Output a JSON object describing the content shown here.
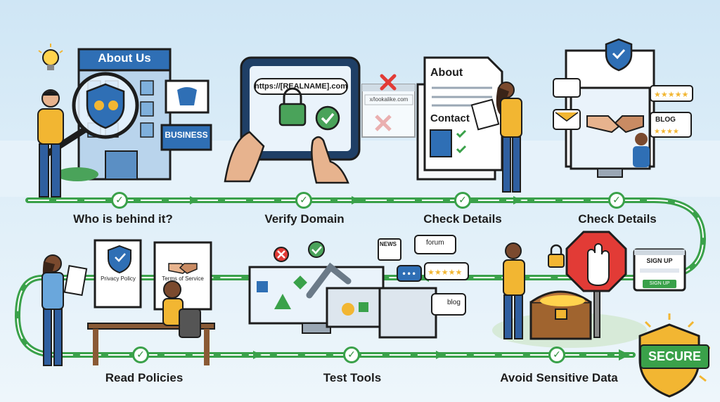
{
  "steps": [
    {
      "label": "Who is behind it?"
    },
    {
      "label": "Verify Domain"
    },
    {
      "label": "Check Details"
    },
    {
      "label": "Check Details"
    },
    {
      "label": "Read Policies"
    },
    {
      "label": "Test Tools"
    },
    {
      "label": "Avoid Sensitive Data"
    }
  ],
  "scene1": {
    "building_sign": "About Us",
    "business_sign": "BUSINESS"
  },
  "scene2": {
    "real_url": "https://[REALNAME].com",
    "fake_url": "x/lookalike.com"
  },
  "scene3": {
    "about": "About",
    "contact": "Contact"
  },
  "scene4": {
    "blog": "BLOG"
  },
  "scene5": {
    "privacy": "Privacy Policy",
    "terms": "Terms of Service"
  },
  "scene6": {
    "news": "NEWS",
    "forum": "forum",
    "blog": "blog"
  },
  "scene7": {
    "signup_title": "SIGN UP",
    "signup_button": "SIGN UP"
  },
  "final": {
    "badge": "SECURE"
  },
  "colors": {
    "path": "#3aa14a",
    "accent_blue": "#2f6fb5",
    "shirt_yellow": "#f2b632",
    "stop_red": "#e23b36"
  }
}
